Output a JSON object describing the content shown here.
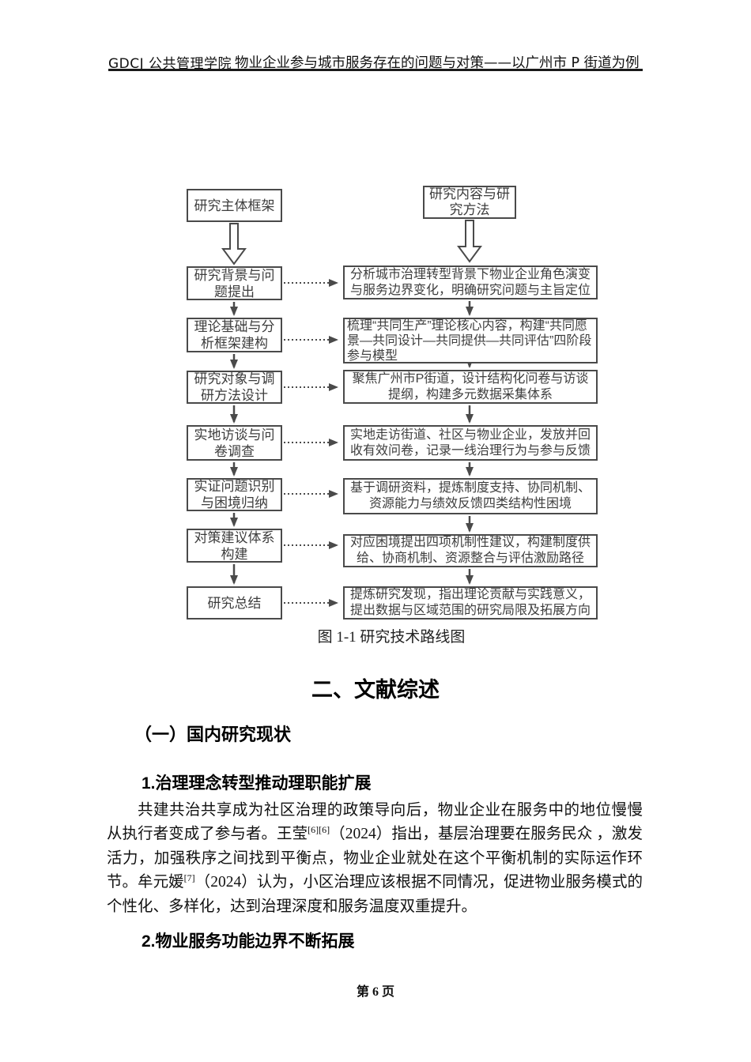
{
  "header": {
    "left": "GDCJ 公共管理学院",
    "title": "物业企业参与城市服务存在的问题与对策——以广州市 P 街道为例"
  },
  "flowchart": {
    "left_boxes": [
      "研究主体框架",
      "研究背景与问题提出",
      "理论基础与分析框架建构",
      "研究对象与调研方法设计",
      "实地访谈与问卷调查",
      "实证问题识别与困境归纳",
      "对策建议体系构建",
      "研究总结"
    ],
    "right_top_box": "研究内容与研究方法",
    "right_boxes": [
      "分析城市治理转型背景下物业企业角色演变与服务边界变化，明确研究问题与主旨定位",
      "梳理“共同生产”理论核心内容，构建“共同愿景—共同设计—共同提供—共同评估”四阶段参与模型",
      "聚焦广州市P街道，设计结构化问卷与访谈提纲，构建多元数据采集体系",
      "实地走访街道、社区与物业企业，发放并回收有效问卷，记录一线治理行为与参与反馈",
      "基于调研资料，提炼制度支持、协同机制、资源能力与绩效反馈四类结构性困境",
      "对应困境提出四项机制性建议，构建制度供给、协商机制、资源整合与评估激励路径",
      "提炼研究发现，指出理论贡献与实践意义，提出数据与区域范围的研究局限及拓展方向"
    ],
    "caption": "图 1-1 研究技术路线图",
    "colors": {
      "stroke": "#4a4a4a",
      "box_text": "#3d3d3d"
    }
  },
  "literature": {
    "section_title": "二、文献综述",
    "subsection_title": "（一）国内研究现状",
    "point1_title": "1.治理理念转型推动理职能扩展",
    "paragraph": {
      "part1": "共建共治共享成为社区治理的政策导向后，物业企业在服务中的地位慢慢从执行者变成了参与者。王莹",
      "sup1": "[6][6]",
      "part2": "（2024）指出，基层治理要在服务民众 ，激发活力，加强秩序之间找到平衡点，物业企业就处在这个平衡机制的实际运作环节。牟元媛",
      "sup2": "[7]",
      "part3": "（2024）认为，小区治理应该根据不同情况，促进物业服务模式的个性化、多样化，达到治理深度和服务温度双重提升。"
    },
    "point2_title": "2.物业服务功能边界不断拓展"
  },
  "footer": {
    "page_label": "第 6 页"
  }
}
